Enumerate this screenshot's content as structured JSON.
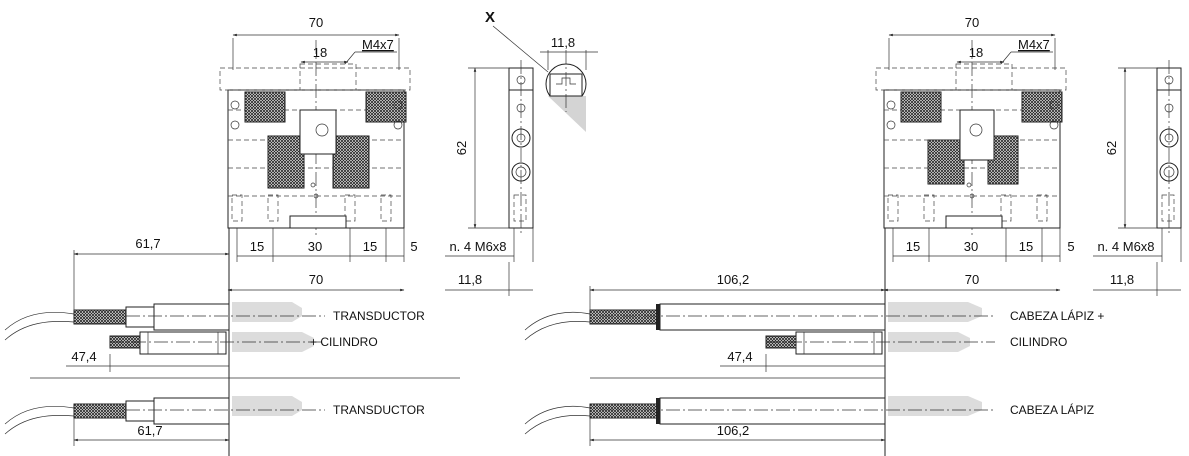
{
  "left": {
    "top_width": "70",
    "slot_width": "18",
    "thread_top": "M4x7",
    "height": "62",
    "spacing": [
      "15",
      "30",
      "15",
      "5"
    ],
    "bottom_width": "70",
    "holes": "n. 4 M6x8",
    "side_depth_top": "11,8",
    "side_depth_bottom": "11,8",
    "detail_label": "X",
    "offset_transducer_top": "61,7",
    "offset_cylinder": "47,4",
    "offset_transducer_bottom": "61,7",
    "label_transducer_top": "TRANSDUCTOR",
    "label_cylinder": "+ CILINDRO",
    "label_transducer_bottom": "TRANSDUCTOR"
  },
  "right": {
    "top_width": "70",
    "slot_width": "18",
    "thread_top": "M4x7",
    "height": "62",
    "spacing": [
      "15",
      "30",
      "15",
      "5"
    ],
    "bottom_width": "70",
    "holes": "n. 4 M6x8",
    "side_depth": "11,8",
    "offset_head_top": "106,2",
    "offset_cylinder": "47,4",
    "offset_head_bottom": "106,2",
    "label_head_top": "CABEZA LÁPIZ +",
    "label_cylinder": "CILINDRO",
    "label_head_bottom": "CABEZA LÁPIZ"
  }
}
